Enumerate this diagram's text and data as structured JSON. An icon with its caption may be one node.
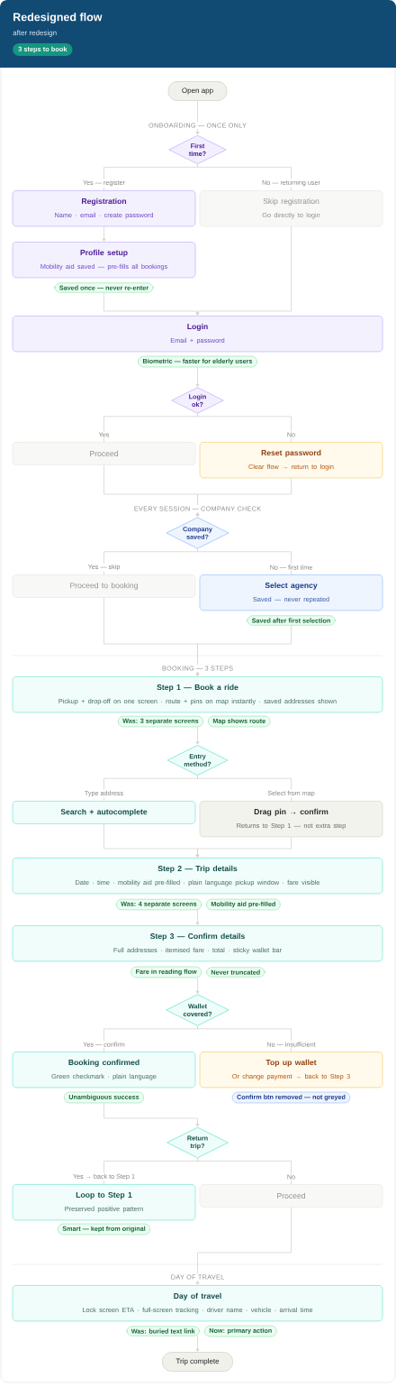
{
  "diagram": {
    "title": "Redesigned flow",
    "nodes": [
      {
        "text": [
          "3 steps to book"
        ]
      },
      {
        "text": [
          "Open app"
        ]
      },
      {
        "text": [
          "First time?"
        ]
      },
      {
        "text": [
          "Registration",
          "Name · email · create password"
        ]
      },
      {
        "text": [
          "Skip registration",
          "Go directly to login"
        ]
      },
      {
        "text": [
          "Profile setup",
          "Mobility aid saved — pre-fills all bookings"
        ]
      },
      {
        "text": [
          "Saved once — never re-enter"
        ]
      },
      {
        "text": [
          "Login",
          "Email + password"
        ]
      },
      {
        "text": [
          "Biometric — faster for elderly users"
        ]
      },
      {
        "text": [
          "Login ok?"
        ]
      },
      {
        "text": [
          "Proceed"
        ]
      },
      {
        "text": [
          "Reset password",
          "Clear flow → return to login"
        ]
      },
      {
        "text": [
          "Company saved?"
        ]
      },
      {
        "text": [
          "Proceed to booking"
        ]
      },
      {
        "text": [
          "Select agency",
          "Saved — never repeated"
        ]
      },
      {
        "text": [
          "Saved after first selection"
        ]
      },
      {
        "text": [
          "Step 1 — Book a ride",
          "Pickup + drop-off on one screen · route + pins on map instantly · saved addresses shown"
        ]
      },
      {
        "text": [
          "Was: 3 separate screens"
        ]
      },
      {
        "text": [
          "Map shows route"
        ]
      },
      {
        "text": [
          "Entry method?"
        ]
      },
      {
        "text": [
          "Search + autocomplete"
        ]
      },
      {
        "text": [
          "Drag pin → confirm",
          "Returns to Step 1 — not extra step"
        ]
      },
      {
        "text": [
          "Step 2 — Trip details",
          "Date · time · mobility aid pre-filled · plain language pickup window · fare visible"
        ]
      },
      {
        "text": [
          "Was: 4 separate screens"
        ]
      },
      {
        "text": [
          "Mobility aid pre-filled"
        ]
      },
      {
        "text": [
          "Step 3 — Confirm details",
          "Full addresses · itemised fare · total · sticky wallet bar"
        ]
      },
      {
        "text": [
          "Fare in reading flow"
        ]
      },
      {
        "text": [
          "Never truncated"
        ]
      },
      {
        "text": [
          "Wallet covered?"
        ]
      },
      {
        "text": [
          "Booking confirmed",
          "Green checkmark · plain language"
        ]
      },
      {
        "text": [
          "Top up wallet",
          "Or change payment → back to Step 3"
        ]
      },
      {
        "text": [
          "Unambiguous success"
        ]
      },
      {
        "text": [
          "Confirm btn removed — not greyed"
        ]
      },
      {
        "text": [
          "Return trip?"
        ]
      },
      {
        "text": [
          "Loop to Step 1",
          "Preserved positive pattern"
        ]
      },
      {
        "text": [
          "Proceed"
        ]
      },
      {
        "text": [
          "Smart — kept from original"
        ]
      },
      {
        "text": [
          "Day of travel",
          "Lock screen ETA · full-screen tracking · driver name · vehicle · arrival time"
        ]
      },
      {
        "text": [
          "Was: buried text link"
        ]
      },
      {
        "text": [
          "Now: primary action"
        ]
      },
      {
        "text": [
          "Trip complete"
        ]
      }
    ],
    "edges": [
      {
        "from": 1,
        "to": 2,
        "arrow": "to"
      },
      {
        "from": 2,
        "to": 3,
        "arrow": "none",
        "label": "Yes — register"
      },
      {
        "from": 2,
        "to": 4,
        "arrow": "none",
        "label": "No — returning user"
      },
      {
        "from": 3,
        "to": 5,
        "arrow": "to"
      },
      {
        "from": 6,
        "to": 7,
        "arrow": "to"
      },
      {
        "from": 4,
        "to": 7,
        "arrow": "to"
      },
      {
        "from": 8,
        "to": 9,
        "arrow": "to"
      },
      {
        "from": 9,
        "to": 10,
        "arrow": "none",
        "label": "Yes"
      },
      {
        "from": 9,
        "to": 11,
        "arrow": "none",
        "label": "No"
      },
      {
        "from": 10,
        "to": 12,
        "arrow": "to"
      },
      {
        "from": 11,
        "to": 12,
        "arrow": "to"
      },
      {
        "from": 12,
        "to": 13,
        "arrow": "none",
        "label": "Yes — skip"
      },
      {
        "from": 12,
        "to": 14,
        "arrow": "none",
        "label": "No — first time"
      },
      {
        "from": 13,
        "to": 16,
        "arrow": "to"
      },
      {
        "from": 15,
        "to": 16,
        "arrow": "to"
      },
      {
        "from": 17,
        "to": 19,
        "arrow": "to"
      },
      {
        "from": 19,
        "to": 20,
        "arrow": "none",
        "label": "Type address"
      },
      {
        "from": 19,
        "to": 21,
        "arrow": "none",
        "label": "Select from map"
      },
      {
        "from": 20,
        "to": 22,
        "arrow": "to"
      },
      {
        "from": 21,
        "to": 22,
        "arrow": "to"
      },
      {
        "from": 23,
        "to": 25,
        "arrow": "to"
      },
      {
        "from": 26,
        "to": 28,
        "arrow": "to"
      },
      {
        "from": 28,
        "to": 29,
        "arrow": "none",
        "label": "Yes — confirm"
      },
      {
        "from": 28,
        "to": 30,
        "arrow": "none",
        "label": "No — insufficient"
      },
      {
        "from": 31,
        "to": 33,
        "arrow": "to"
      },
      {
        "from": 33,
        "to": 34,
        "arrow": "none",
        "label": "Yes → back to Step 1"
      },
      {
        "from": 33,
        "to": 35,
        "arrow": "none",
        "label": "No"
      },
      {
        "from": 35,
        "to": 37,
        "arrow": "to"
      },
      {
        "from": 38,
        "to": 40,
        "arrow": "to"
      }
    ],
    "labels": [
      "after redesign",
      "ONBOARDING — ONCE ONLY",
      "EVERY SESSION — COMPANY CHECK",
      "BOOKING — 3 STEPS",
      "DAY OF TRAVEL"
    ]
  }
}
